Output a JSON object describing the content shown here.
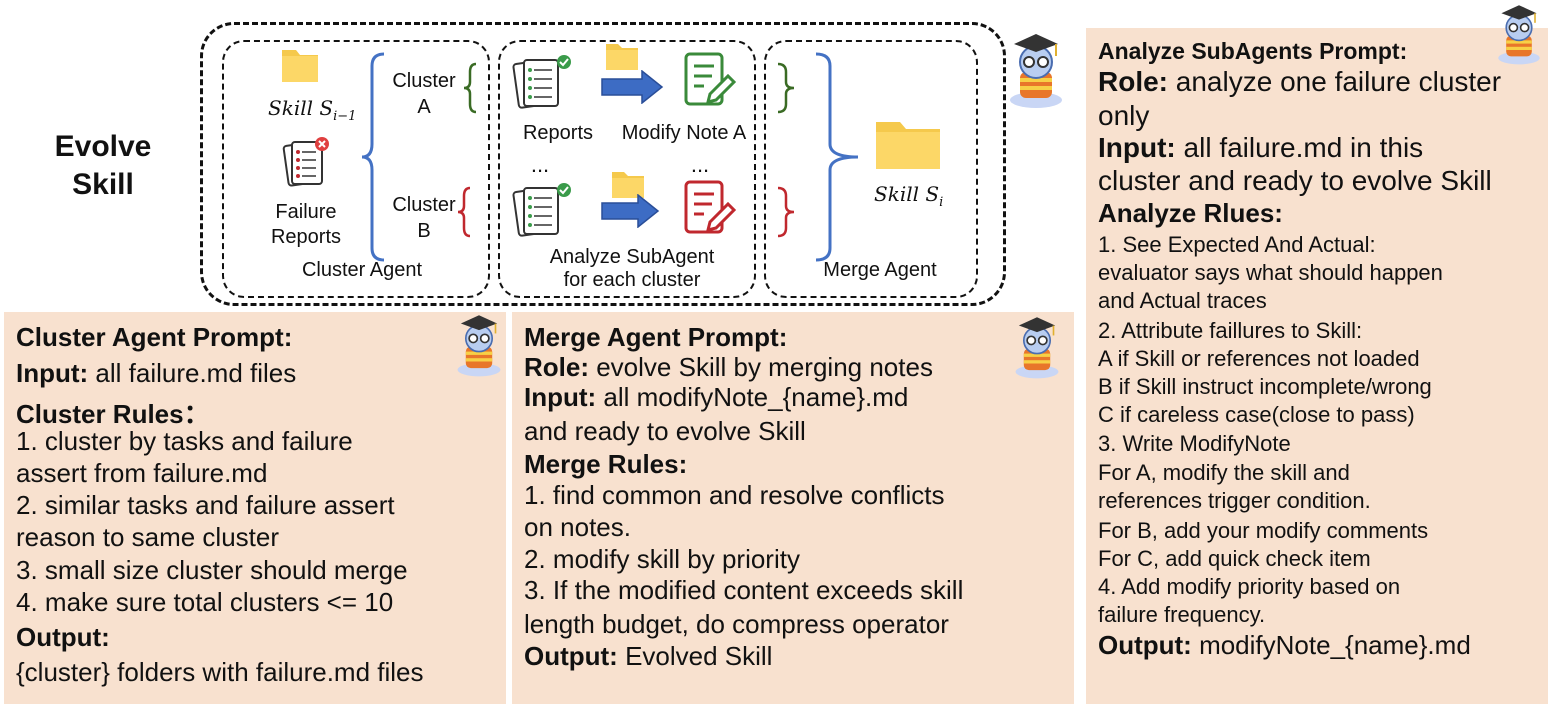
{
  "diagram": {
    "title_line1": "Evolve",
    "title_line2": "Skill",
    "skill_prev_label": "Skill S",
    "skill_prev_sub": "i−1",
    "failure_reports_line1": "Failure",
    "failure_reports_line2": "Reports",
    "cluster_a_line1": "Cluster",
    "cluster_a_line2": "A",
    "cluster_b_line1": "Cluster",
    "cluster_b_line2": "B",
    "cluster_agent_label": "Cluster Agent",
    "reports_label": "Reports",
    "modify_note_label": "Modify Note A",
    "ellipsis_left": "...",
    "ellipsis_right": "...",
    "analyze_line1": "Analyze SubAgent",
    "analyze_line2": "for each cluster",
    "skill_new_label": "Skill S",
    "skill_new_sub": "i",
    "merge_agent_label": "Merge Agent",
    "colors": {
      "cluster_a": "#3a6b24",
      "cluster_b": "#c0282e",
      "brace": "#4472c4",
      "arrow": "#3d6cc4",
      "folder": "#fcd767",
      "panel_bg": "#f8e1cf"
    },
    "icons": [
      "folder-icon",
      "failure-report-icon",
      "report-check-icon",
      "modify-note-icon",
      "analyze-note-icon",
      "mascot-icon",
      "blue-arrow-icon"
    ]
  },
  "cluster_panel": {
    "title": "Cluster Agent Prompt:",
    "input_label": "Input:",
    "input_text": " all failure.md files",
    "rules_title": "Cluster Rules：",
    "rules": [
      " 1. cluster by tasks and failure",
      "assert from failure.md",
      " 2. similar tasks and failure assert",
      "reason to same cluster",
      " 3. small size cluster should merge",
      " 4. make sure total clusters <= 10"
    ],
    "output_label": "Output:",
    "output_text": "{cluster} folders with failure.md files"
  },
  "merge_panel": {
    "title": "Merge Agent Prompt:",
    "role_label": "Role:",
    "role_text": " evolve Skill by merging notes",
    "input_label": "Input:",
    "input_text": " all modifyNote_{name}.md",
    "input_text2": "and ready to evolve Skill",
    "rules_title": "Merge Rules:",
    "rules": [
      "   1. find common and resolve conflicts",
      "on notes.",
      "   2. modify skill by priority",
      "   3. If the modified content exceeds skill",
      "length budget, do compress operator"
    ],
    "output_label": "Output:",
    "output_text": " Evolved Skill"
  },
  "analyze_panel": {
    "title": "Analyze SubAgents Prompt:",
    "role_label": "Role:",
    "role_text": " analyze one failure cluster",
    "role_text2": "only",
    "input_label": "Input:",
    "input_text": " all failure.md in this",
    "input_text2": "cluster and ready to evolve Skill",
    "rules_title": "Analyze Rlues:",
    "rules": [
      " 1. See Expected And Actual:",
      "evaluator says what should happen",
      "and Actual traces",
      " 2. Attribute faillures to Skill:",
      "   A if Skill or references not loaded",
      "   B if Skill instruct incomplete/wrong",
      "   C if careless case(close to pass)",
      " 3. Write ModifyNote",
      "    For A, modify the skill and",
      "references trigger condition.",
      "    For B, add your modify comments",
      "    For C, add quick check item",
      " 4. Add modify priority based on",
      "failure frequency."
    ],
    "output_label": "Output:",
    "output_text": " modifyNote_{name}.md"
  }
}
